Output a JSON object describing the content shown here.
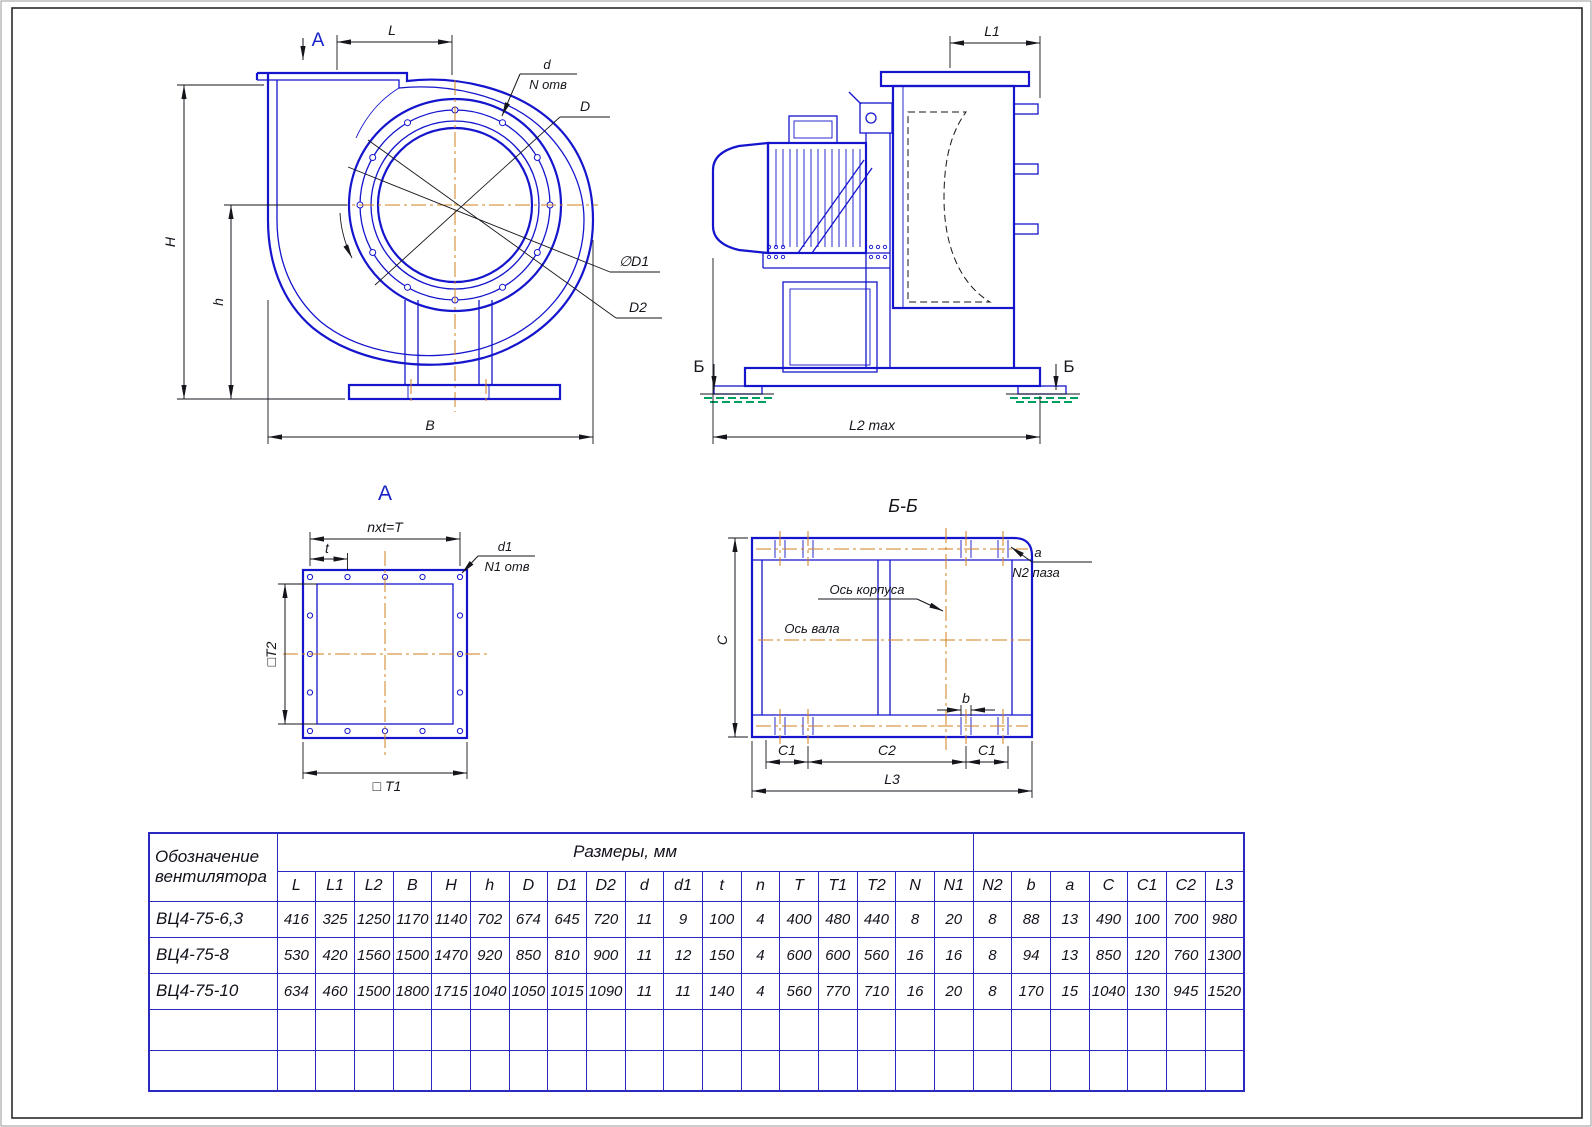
{
  "drawing": {
    "front_view": {
      "section_marker": "А",
      "dim_L": "L",
      "dim_H": "H",
      "dim_h": "h",
      "dim_B": "В",
      "callout_d": "d",
      "callout_N_holes": "N отв",
      "callout_D": "D",
      "callout_D1": "∅D1",
      "callout_D2": "D2"
    },
    "side_view": {
      "dim_L1": "L1",
      "dim_L2max": "L2 max",
      "section_marker_left": "Б",
      "section_marker_right": "Б"
    },
    "view_A": {
      "title": "А",
      "dim_nxt": "nxt=T",
      "dim_t": "t",
      "callout_d1": "d1",
      "callout_N1_holes": "N1 отв",
      "dim_T2": "□T2",
      "dim_T1": "□ T1"
    },
    "section_BB": {
      "title": "Б-Б",
      "callout_a": "a",
      "callout_N2_slots": "N2 паза",
      "axis_housing": "Ось корпуса",
      "axis_shaft": "Ось вала",
      "dim_C": "C",
      "dim_b": "b",
      "dim_C1_left": "C1",
      "dim_C2": "C2",
      "dim_C1_right": "C1",
      "dim_L3": "L3"
    }
  },
  "table": {
    "designation_line1": "Обозначение",
    "designation_line2": "вентилятора",
    "sizes_header": "Размеры, мм",
    "columns": [
      "L",
      "L1",
      "L2",
      "B",
      "H",
      "h",
      "D",
      "D1",
      "D2",
      "d",
      "d1",
      "t",
      "n",
      "T",
      "T1",
      "T2",
      "N",
      "N1",
      "N2",
      "b",
      "a",
      "C",
      "C1",
      "C2",
      "L3"
    ],
    "rows": [
      {
        "name": "ВЦ4-75-6,3",
        "values": [
          "416",
          "325",
          "1250",
          "1170",
          "1140",
          "702",
          "674",
          "645",
          "720",
          "11",
          "9",
          "100",
          "4",
          "400",
          "480",
          "440",
          "8",
          "20",
          "8",
          "88",
          "13",
          "490",
          "100",
          "700",
          "980"
        ]
      },
      {
        "name": "ВЦ4-75-8",
        "values": [
          "530",
          "420",
          "1560",
          "1500",
          "1470",
          "920",
          "850",
          "810",
          "900",
          "11",
          "12",
          "150",
          "4",
          "600",
          "600",
          "560",
          "16",
          "16",
          "8",
          "94",
          "13",
          "850",
          "120",
          "760",
          "1300"
        ]
      },
      {
        "name": "ВЦ4-75-10",
        "values": [
          "634",
          "460",
          "1500",
          "1800",
          "1715",
          "1040",
          "1050",
          "1015",
          "1090",
          "11",
          "11",
          "140",
          "4",
          "560",
          "770",
          "710",
          "16",
          "20",
          "8",
          "170",
          "15",
          "1040",
          "130",
          "945",
          "1520"
        ]
      },
      {
        "name": "",
        "values": [
          "",
          "",
          "",
          "",
          "",
          "",
          "",
          "",
          "",
          "",
          "",
          "",
          "",
          "",
          "",
          "",
          "",
          "",
          "",
          "",
          "",
          "",
          "",
          "",
          ""
        ]
      },
      {
        "name": "",
        "values": [
          "",
          "",
          "",
          "",
          "",
          "",
          "",
          "",
          "",
          "",
          "",
          "",
          "",
          "",
          "",
          "",
          "",
          "",
          "",
          "",
          "",
          "",
          "",
          "",
          ""
        ]
      }
    ]
  },
  "colors": {
    "line_blue": "#1515cd",
    "dim_black": "#15151c",
    "centerline_orange": "#d0821e",
    "ground_green": "#00a060",
    "table_border": "#2a2ac0"
  }
}
